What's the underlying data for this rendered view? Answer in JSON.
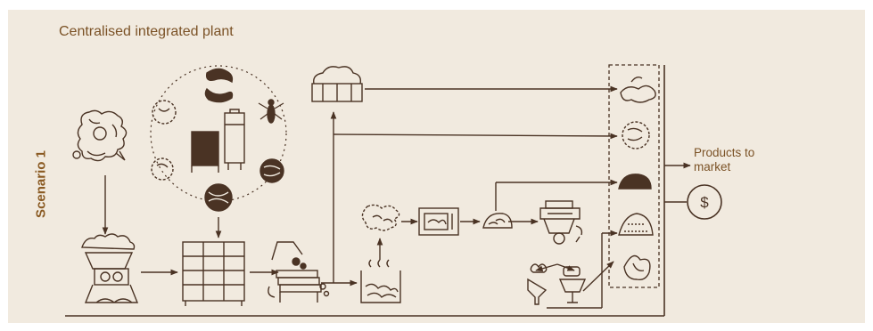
{
  "title": "Centralised integrated plant",
  "scenario_label": "Scenario 1",
  "products_label": [
    "Products to",
    "market"
  ],
  "currency_symbol": "$",
  "icons": [
    "organic-waste-icon",
    "feeding-crate-icon",
    "insect-lifecycle-icon",
    "eggs-icon",
    "adult-fly-icon",
    "pupae-icon",
    "cocoon-icon",
    "larvae-icon",
    "rearing-cage-icon",
    "shredder-icon",
    "rearing-shelves-icon",
    "sieving-machine-icon",
    "frass-box-icon",
    "blanching-bath-icon",
    "cleaned-larvae-icon",
    "oven-icon",
    "dried-larvae-icon",
    "oil-press-icon",
    "oil-drop-icon",
    "product-bottles-icon",
    "market-column-icon",
    "whole-larvae-product-icon",
    "dried-larvae-product-icon",
    "larvae-pile-product-icon",
    "protein-meal-product-icon",
    "oil-product-icon",
    "money-icon"
  ],
  "colors": {
    "background": "#f1eadf",
    "line": "#4a3324",
    "title": "#7b5226",
    "scenario": "#8a5a22"
  }
}
